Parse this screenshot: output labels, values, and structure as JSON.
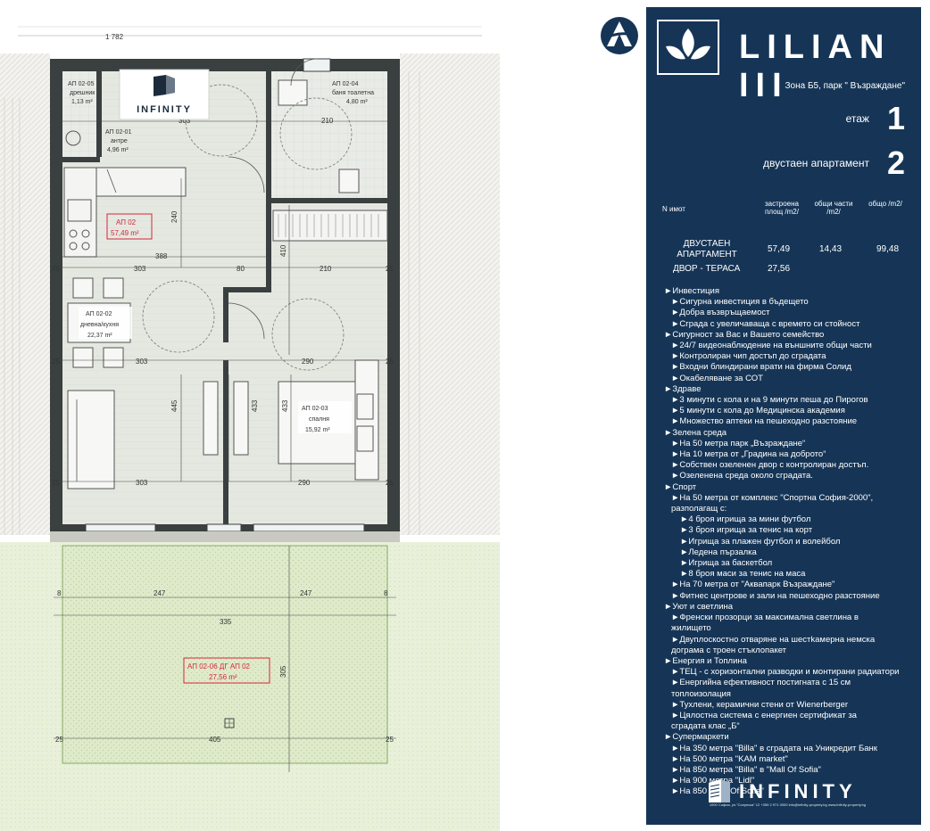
{
  "plan": {
    "brand": "INFINITY",
    "overall_width": "1 782",
    "rooms": [
      {
        "code": "АП 02-05",
        "name": "дрешник",
        "area": "1,13 m²"
      },
      {
        "code": "АП 02-01",
        "name": "антре",
        "area": "4,96 m²"
      },
      {
        "code": "АП 02-04",
        "name": "баня тоалетна",
        "area": "4,80 m²"
      },
      {
        "code": "АП 02-02",
        "name": "дневна/кухня",
        "area": "22,37 m²"
      },
      {
        "code": "АП 02-03",
        "name": "спалня",
        "area": "15,92 m²"
      }
    ],
    "apartment_label": {
      "code": "АП 02",
      "area": "57,49 m²"
    },
    "yard_label": {
      "code": "АП 02-06 ДГ АП 02",
      "area": "27,56 m²"
    },
    "dims": {
      "d303": "303",
      "d210": "210",
      "d80": "80",
      "d388": "388",
      "d290": "290",
      "d25": "25",
      "d410": "410",
      "d240": "240",
      "d445": "445",
      "d433": "433",
      "d247": "247",
      "d335": "335",
      "d405": "405",
      "d305": "305",
      "d8": "8"
    }
  },
  "panel": {
    "brand_name": "LILIAN III",
    "zone": "Зона Б5, парк \" Възраждане\"",
    "floor_label": "етаж",
    "floor_value": "1",
    "type_label": "двустаен апартамент",
    "type_value": "2",
    "table": {
      "headers": [
        "N имот",
        "застроена площ /m2/",
        "общи части /m2/",
        "общо /m2/"
      ],
      "rows": [
        {
          "name": "ДВУСТАЕН АПАРТАМЕНТ",
          "built": "57,49",
          "common": "14,43",
          "total": "99,48"
        },
        {
          "name": "ДВОР - ТЕРАСА",
          "built": "27,56",
          "common": "",
          "total": ""
        }
      ]
    },
    "features": [
      {
        "lvl": 1,
        "text": "►Инвестиция"
      },
      {
        "lvl": 2,
        "text": "►Сигурна инвестиция в бъдещето"
      },
      {
        "lvl": 2,
        "text": "►Добра възвръщаемост"
      },
      {
        "lvl": 2,
        "text": "►Сграда с увеличаваща с времето си стойност"
      },
      {
        "lvl": 1,
        "text": "►Сигурност за Вас и Вашето семейство"
      },
      {
        "lvl": 2,
        "text": "►24/7 видеонаблюдение на външните общи части"
      },
      {
        "lvl": 2,
        "text": "►Контролиран чип достъп до сградата"
      },
      {
        "lvl": 2,
        "text": "►Входни блиндирани врати на фирма Солид"
      },
      {
        "lvl": 2,
        "text": "►Окабеляване за СОТ"
      },
      {
        "lvl": 1,
        "text": "►Здраве"
      },
      {
        "lvl": 2,
        "text": "►3 минути с кола и на 9 минути пеша до Пирогов"
      },
      {
        "lvl": 2,
        "text": "►5 минути с кола до Медицинска академия"
      },
      {
        "lvl": 2,
        "text": "►Множество аптеки на пешеходно разстояние"
      },
      {
        "lvl": 1,
        "text": "►Зелена среда"
      },
      {
        "lvl": 2,
        "text": "►На 50 метра парк „Възраждане“"
      },
      {
        "lvl": 2,
        "text": "►На 10 метра от „Градина на доброто“"
      },
      {
        "lvl": 2,
        "text": "►Собствен озеленен двор с контролиран достъп."
      },
      {
        "lvl": 2,
        "text": "►Озеленена среда около сградата."
      },
      {
        "lvl": 1,
        "text": "►Спорт"
      },
      {
        "lvl": 2,
        "text": "►На 50 метра от комплекс \"Спортна София-2000\","
      },
      {
        "lvl": 0,
        "text": "разполагащ с:"
      },
      {
        "lvl": 3,
        "text": "►4 броя игрища за мини футбол"
      },
      {
        "lvl": 3,
        "text": "►3 броя игрища за тенис на корт"
      },
      {
        "lvl": 3,
        "text": "►Игрища за плажен футбол и волейбол"
      },
      {
        "lvl": 3,
        "text": "►Ледена пързалка"
      },
      {
        "lvl": 3,
        "text": "►Игрища за баскетбол"
      },
      {
        "lvl": 3,
        "text": "►8 броя маси за тенис на маса"
      },
      {
        "lvl": 2,
        "text": "►На 70 метра от \"Аквапарк Възраждане\""
      },
      {
        "lvl": 2,
        "text": "►Фитнес центрове и зали на пешеходно разстояние"
      },
      {
        "lvl": 1,
        "text": "►Уют и светлина"
      },
      {
        "lvl": 2,
        "text": "►Френски прозорци за максимална светлина в"
      },
      {
        "lvl": 0,
        "text": "жилището"
      },
      {
        "lvl": 2,
        "text": "►Двуплоскостно отваряне на шестkамерна немска"
      },
      {
        "lvl": 0,
        "text": "дограма с троен стъклопакет"
      },
      {
        "lvl": 1,
        "text": "►Енергия и Топлина"
      },
      {
        "lvl": 2,
        "text": "►ТЕЦ - с хоризонтални разводки и монтирани радиатори"
      },
      {
        "lvl": 2,
        "text": "►Енергийна ефективност постигната с 15 см"
      },
      {
        "lvl": 0,
        "text": "топлоизолация"
      },
      {
        "lvl": 2,
        "text": "►Тухлени, керамични стени от Wienerberger"
      },
      {
        "lvl": 2,
        "text": "►Цялостна система с енергиен сертификат за"
      },
      {
        "lvl": 0,
        "text": "сградата клас „Б“"
      },
      {
        "lvl": 1,
        "text": "►Супермаркети"
      },
      {
        "lvl": 2,
        "text": "►На 350 метра \"Billa\" в сградата на Уникредит Банк"
      },
      {
        "lvl": 2,
        "text": "►На 500 метра \"KAM market\""
      },
      {
        "lvl": 2,
        "text": "►На 850 метра \"Billa\" в \"Mall Of Sofia\""
      },
      {
        "lvl": 2,
        "text": "►На 900 метра \"Lidl\""
      },
      {
        "lvl": 2,
        "text": "►На 850 \"Mall Of Sofia\""
      }
    ],
    "footer": {
      "brand": "INFINITY",
      "address": "1000 София, ул.\"Солунска\" 12   +359 2 971 0000   info@infinity-property.bg   www.infinity-property.bg"
    }
  },
  "colors": {
    "panel_bg": "#163556",
    "wall": "#3a3f40",
    "floor": "#e4e8e0",
    "yard": "#dbe8c4",
    "label_red": "#d6263a"
  }
}
